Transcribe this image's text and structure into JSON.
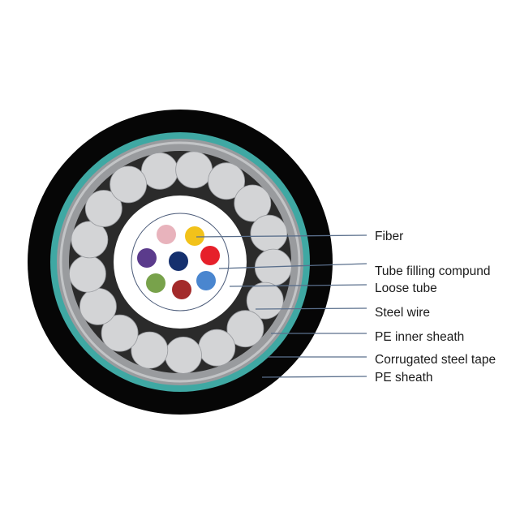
{
  "labels": {
    "fiber": "Fiber",
    "tube_filling": "Tube filling compund",
    "loose_tube": "Loose tube",
    "steel_wire": "Steel wire",
    "pe_inner_sheath": "PE inner sheath",
    "corrugated_steel_tape": "Corrugated steel tape",
    "pe_sheath": "PE sheath"
  },
  "colors": {
    "outer_sheath": "#060606",
    "steel_tape": "#3fa8a3",
    "inner_sheath": "#999b9e",
    "inner_sheath_edge": "#c2c4c6",
    "wire_bed": "#2b2b2b",
    "steel_wire": "#d3d4d6",
    "loose_tube": "#ffffff",
    "leader_line": "#5a6f8c",
    "fiber_colors": [
      "#e8b3bc",
      "#f2c21a",
      "#e6202a",
      "#5b3b8c",
      "#15306e",
      "#4a86cf",
      "#78a24b",
      "#a32a2a"
    ]
  },
  "counts": {
    "steel_wires": 17,
    "fibers": 8
  }
}
